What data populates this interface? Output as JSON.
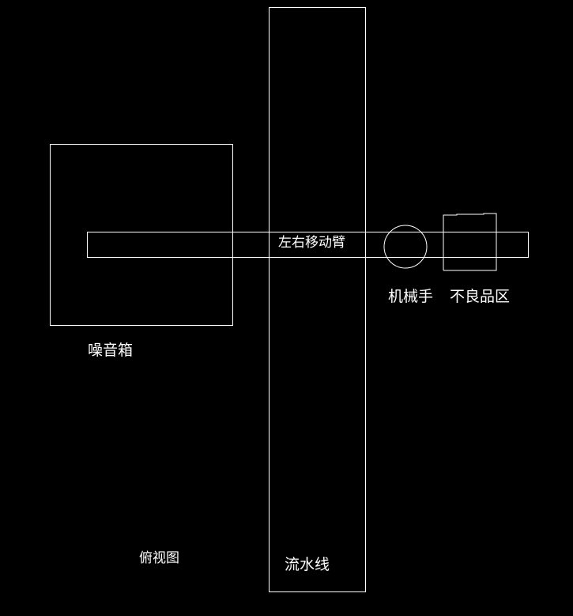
{
  "diagram": {
    "view_label": "俯视图",
    "conveyor": {
      "label": "流水线"
    },
    "noise_box": {
      "label": "噪音箱"
    },
    "arm": {
      "label": "左右移动臂"
    },
    "gripper": {
      "label": "机械手"
    },
    "reject_area": {
      "label": "不良品区"
    },
    "colors": {
      "background": "#000000",
      "line": "#ffffff"
    }
  }
}
